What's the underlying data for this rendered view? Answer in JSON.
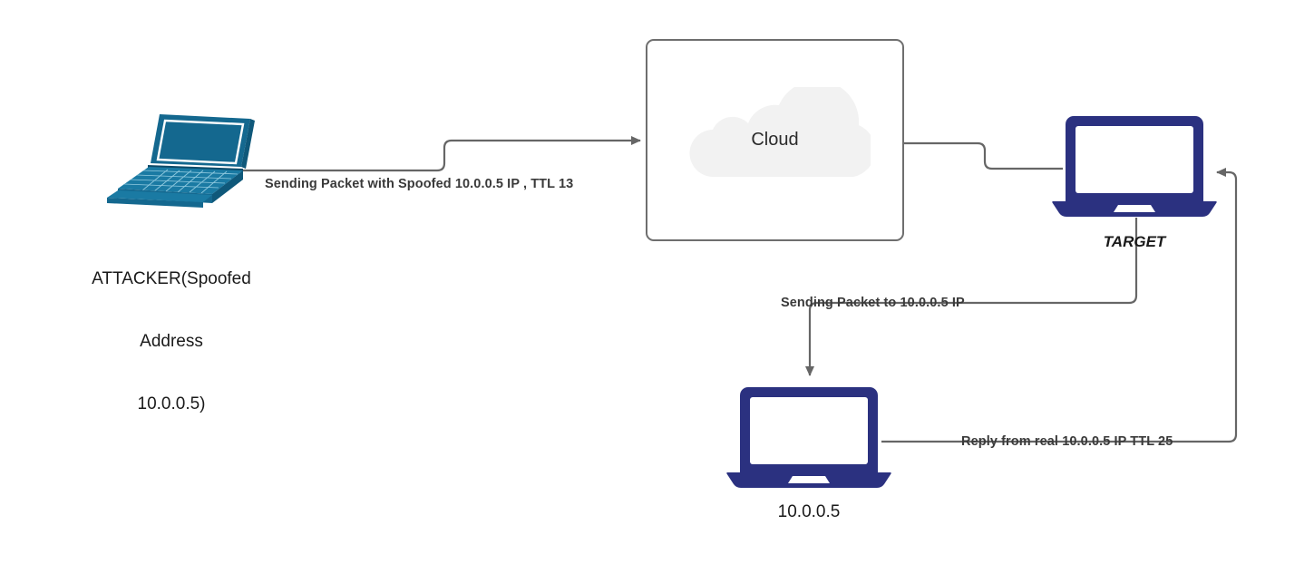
{
  "diagram": {
    "title": "IP Spoofing TTL Attack Diagram",
    "background_color": "#ffffff",
    "wire_color": "#666666",
    "laptop_navy_color": "#2b3180",
    "laptop_teal_color": "#14688f",
    "cloud_fill_color": "#f2f2f2",
    "box_border_color": "#6e6e6e",
    "label_text_color": "#3a3a3a"
  },
  "nodes": {
    "attacker": {
      "icon": "isometric-laptop-icon",
      "label_line1": "ATTACKER(Spoofed",
      "label_line2": "Address",
      "label_line3": "10.0.0.5)"
    },
    "cloud": {
      "icon": "cloud-icon",
      "label": "Cloud"
    },
    "target": {
      "icon": "laptop-icon",
      "label": "TARGET"
    },
    "victim": {
      "icon": "laptop-icon",
      "label": "10.0.0.5"
    }
  },
  "edges": {
    "attacker_to_cloud": {
      "label": "Sending Packet with Spoofed 10.0.0.5 IP , TTL 13",
      "arrow": "right"
    },
    "cloud_to_target": {
      "label": "",
      "arrow": "none"
    },
    "target_to_victim": {
      "label": "Sending Packet to 10.0.0.5 IP",
      "arrow": "down"
    },
    "victim_to_target": {
      "label": "Reply from real 10.0.0.5 IP TTL 25",
      "arrow": "left"
    }
  }
}
